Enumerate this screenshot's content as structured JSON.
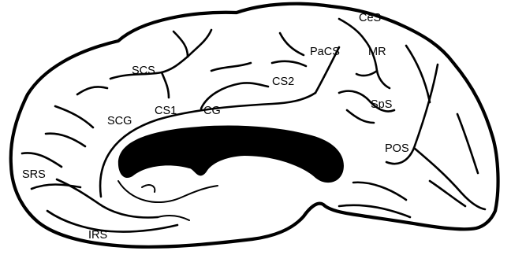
{
  "labels": {
    "ces": "CeS",
    "pacs": "PaCS",
    "mr": "MR",
    "scs": "SCS",
    "cs2": "CS2",
    "spS": "SpS",
    "scg": "SCG",
    "cs1": "CS1",
    "cg": "CG",
    "pos": "POS",
    "srs": "SRS",
    "irs": "IRS"
  },
  "colors": {
    "ink": "#000000",
    "paper": "#ffffff"
  }
}
